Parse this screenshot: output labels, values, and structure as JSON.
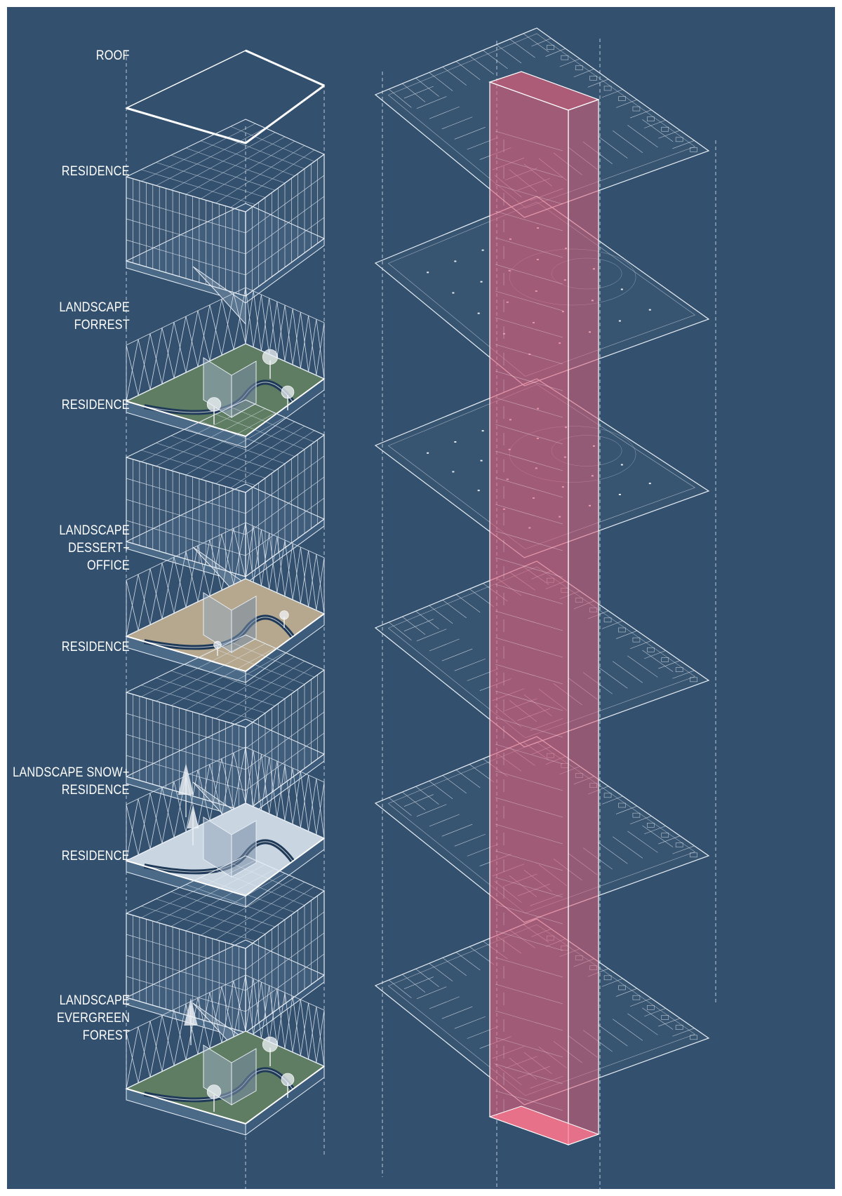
{
  "diagram": {
    "title": "Exploded axonometric of tower floors",
    "colors": {
      "background": "#33516f",
      "line": "#e8eef5",
      "core": "#e0607a",
      "green": "#5f7d62",
      "sand": "#b6a88e",
      "snow": "#c9d6e2"
    },
    "layers": [
      {
        "id": "roof",
        "lines": [
          "ROOF"
        ],
        "kind": "roof"
      },
      {
        "id": "residence-1",
        "lines": [
          "RESIDENCE"
        ],
        "kind": "residence"
      },
      {
        "id": "landscape-forrest",
        "lines": [
          "LANDSCAPE",
          "FORREST"
        ],
        "kind": "landscape-forest"
      },
      {
        "id": "residence-2",
        "lines": [
          "RESIDENCE"
        ],
        "kind": "residence"
      },
      {
        "id": "landscape-dessert",
        "lines": [
          "LANDSCAPE",
          "DESSERT+",
          "OFFICE"
        ],
        "kind": "landscape-desert"
      },
      {
        "id": "residence-3",
        "lines": [
          "RESIDENCE"
        ],
        "kind": "residence"
      },
      {
        "id": "landscape-snow",
        "lines": [
          "LANDSCAPE SNOW+",
          "RESIDENCE"
        ],
        "kind": "landscape-snow"
      },
      {
        "id": "residence-4",
        "lines": [
          "RESIDENCE"
        ],
        "kind": "residence"
      },
      {
        "id": "landscape-evergreen",
        "lines": [
          "LANDSCAPE",
          "EVERGREEN",
          "FOREST"
        ],
        "kind": "landscape-evergreen"
      }
    ]
  }
}
